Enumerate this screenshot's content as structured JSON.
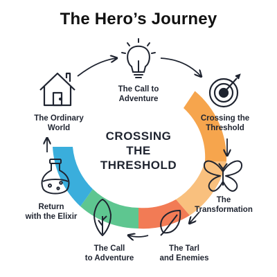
{
  "title": "The Hero’s Journey",
  "center_text": "CROSSING\nTHE\nTHRESHOLD",
  "stages": [
    {
      "label": "The Call to\nAdventure",
      "icon": "lightbulb-icon"
    },
    {
      "label": "Crossing the\nThreshold",
      "icon": "target-icon"
    },
    {
      "label": "The\nTransformation",
      "icon": "butterfly-icon"
    },
    {
      "label": "The Tarl\nand Enemies",
      "icon": "leaf-icon"
    },
    {
      "label": "The Call\nto Adventure",
      "icon": "leaf-shield-icon"
    },
    {
      "label": "Return\nwith the Elixir",
      "icon": "potion-flask-icon"
    },
    {
      "label": "The Ordinary\nWorld",
      "icon": "house-icon"
    }
  ],
  "colors": {
    "orange": "#f6a54d",
    "light_orange": "#f9c07e",
    "coral": "#f27b55",
    "green": "#5ec690",
    "blue": "#3aaedc",
    "line": "#1f2430"
  }
}
